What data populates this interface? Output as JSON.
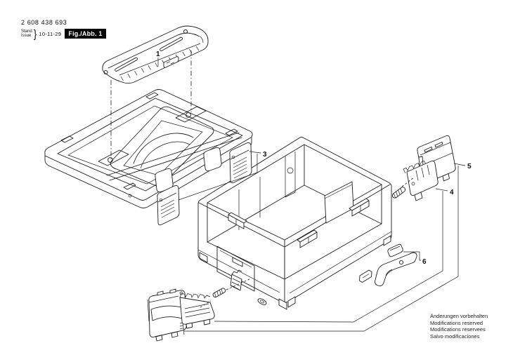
{
  "header": {
    "part_number": "2 608 438 693",
    "stand_label": "Stand",
    "issue_label": "Issue",
    "brace": "}",
    "issue_date": "10-11-29",
    "figure_label": "Fig./Abb. 1"
  },
  "callouts": {
    "handle": "1",
    "latch_cover": "3",
    "latch_mechanism": "4",
    "latch_plate": "5",
    "lock_lever": "6"
  },
  "footer": {
    "line1": "Änderungen vorbehalten",
    "line2": "Modifications reserved",
    "line3": "Modifications reservees",
    "line4": "Salvo modificaciones"
  }
}
